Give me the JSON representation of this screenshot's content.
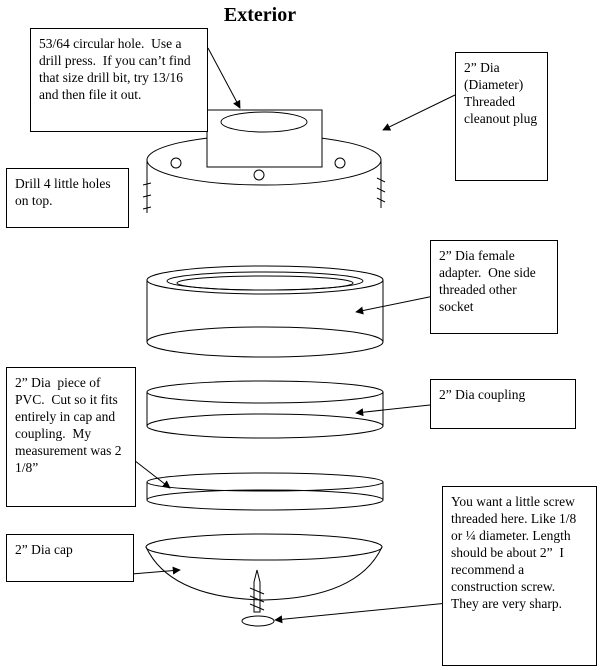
{
  "title": "Exterior",
  "callouts": {
    "drill_hole": "53/64 circular hole.  Use a drill press.  If you can’t find that size drill bit, try 13/16 and then file it out.",
    "cleanout_plug": "2” Dia (Diameter) Threaded cleanout plug",
    "holes_on_top": "Drill 4 little holes on top.",
    "female_adapter": "2” Dia female adapter.  One side threaded other socket",
    "pvc_piece": "2” Dia  piece of PVC.  Cut so it fits entirely in cap and coupling.  My measurement was 2 1/8”",
    "coupling": "2” Dia coupling",
    "cap": "2” Dia cap",
    "screw": "You want a little screw threaded here. Like 1/8 or ¼ diameter. Length should be about 2”  I recommend a construction screw.  They are very sharp."
  }
}
